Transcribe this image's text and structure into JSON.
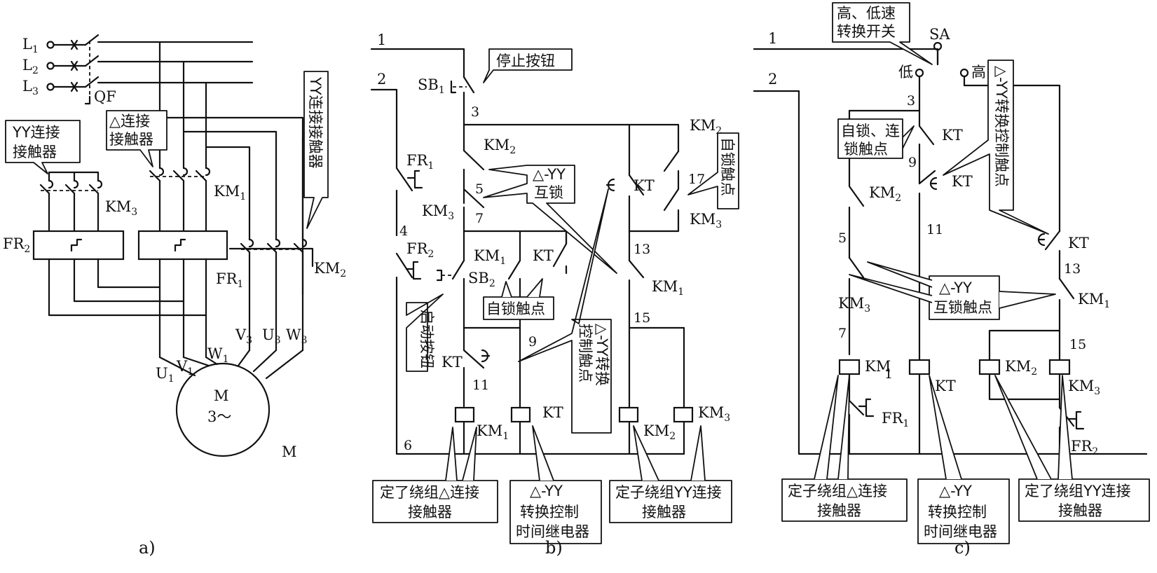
{
  "panels": {
    "a": {
      "caption": "a)",
      "lines": [
        {
          "main": "L",
          "sub": "1"
        },
        {
          "main": "L",
          "sub": "2"
        },
        {
          "main": "L",
          "sub": "3"
        }
      ],
      "breaker": "QF",
      "km1": {
        "main": "KM",
        "sub": "1"
      },
      "km2": {
        "main": "KM",
        "sub": "2"
      },
      "km3": {
        "main": "KM",
        "sub": "3"
      },
      "fr2": {
        "main": "FR",
        "sub": "2"
      },
      "fr1": {
        "main": "FR",
        "sub": "1"
      },
      "u1": {
        "main": "U",
        "sub": "1"
      },
      "v1": {
        "main": "V",
        "sub": "1"
      },
      "w1": {
        "main": "W",
        "sub": "1"
      },
      "u3": {
        "main": "U",
        "sub": "3"
      },
      "v3": {
        "main": "V",
        "sub": "3"
      },
      "w3": {
        "main": "W",
        "sub": "3"
      },
      "motor_m": "M",
      "motor_3": "3～",
      "motor_label": "M",
      "callout_yy": [
        "YY连接",
        "接触器"
      ],
      "callout_delta": [
        "△连接",
        "接触器"
      ],
      "callout_yy_vertical": "YY连接接触器"
    },
    "b": {
      "caption": "b)",
      "wire1": "1",
      "wire2": "2",
      "sb1": {
        "main": "SB",
        "sub": "1"
      },
      "sb2": {
        "main": "SB",
        "sub": "2"
      },
      "stop": "停止按钮",
      "start": "启动按钮",
      "fr1": {
        "main": "FR",
        "sub": "1"
      },
      "fr2": {
        "main": "FR",
        "sub": "2"
      },
      "km2_contact": {
        "main": "KM",
        "sub": "2"
      },
      "km3_contact": {
        "main": "KM",
        "sub": "3"
      },
      "km1_contact": {
        "main": "KM",
        "sub": "1"
      },
      "km2_top": {
        "main": "KM",
        "sub": "2"
      },
      "km3_right": {
        "main": "KM",
        "sub": "3"
      },
      "km1_self": {
        "main": "KM",
        "sub": "1"
      },
      "kt_self": "KT",
      "kt_mid": "KT",
      "kt_left": "KT",
      "nodes": [
        "3",
        "5",
        "7",
        "4",
        "9",
        "11",
        "6",
        "13",
        "15",
        "17"
      ],
      "interlock": [
        "△-YY",
        "互锁"
      ],
      "self_lock_right": "自锁触点",
      "self_lock_mid": "自锁触点",
      "switch_contact": [
        "△-YY转换",
        "控制触点"
      ],
      "coils": [
        {
          "main": "KM",
          "sub": "1"
        },
        {
          "main": "KT",
          "sub": ""
        },
        {
          "main": "KM",
          "sub": "2"
        },
        {
          "main": "KM",
          "sub": "3"
        }
      ],
      "callout_delta": [
        "定了绕组△连接",
        "接触器"
      ],
      "callout_relay": [
        "△-YY",
        "转换控制",
        "时间继电器"
      ],
      "callout_yy": [
        "定子绕组YY连接",
        "接触器"
      ]
    },
    "c": {
      "caption": "c)",
      "wire1": "1",
      "wire2": "2",
      "switch_label": [
        "高、低速",
        "转换开关"
      ],
      "sa": "SA",
      "low": "低",
      "high": "高",
      "nodes": [
        "3",
        "9",
        "5",
        "11",
        "7",
        "13",
        "15",
        "1"
      ],
      "kt1": "KT",
      "kt2": "KT",
      "kt3": "KT",
      "km2": {
        "main": "KM",
        "sub": "2"
      },
      "km3": {
        "main": "KM",
        "sub": "3"
      },
      "km1": {
        "main": "KM",
        "sub": "1"
      },
      "self_lock": [
        "自锁、连",
        "锁触点"
      ],
      "switch_contact": "△-YY转换控制触点",
      "interlock": [
        "△-YY",
        "互锁触点"
      ],
      "coil_km": "KM",
      "coil_kt": "KT",
      "coil_km2": {
        "main": "KM",
        "sub": "2"
      },
      "coil_km3": {
        "main": "KM",
        "sub": "3"
      },
      "fr1": {
        "main": "FR",
        "sub": "1"
      },
      "fr2": {
        "main": "FR",
        "sub": "2"
      },
      "callout_delta": [
        "定子绕组△连接",
        "接触器"
      ],
      "callout_relay": [
        "△-YY",
        "转换控制",
        "时间继电器"
      ],
      "callout_yy": [
        "定了绕组YY连接",
        "接触器"
      ]
    }
  }
}
